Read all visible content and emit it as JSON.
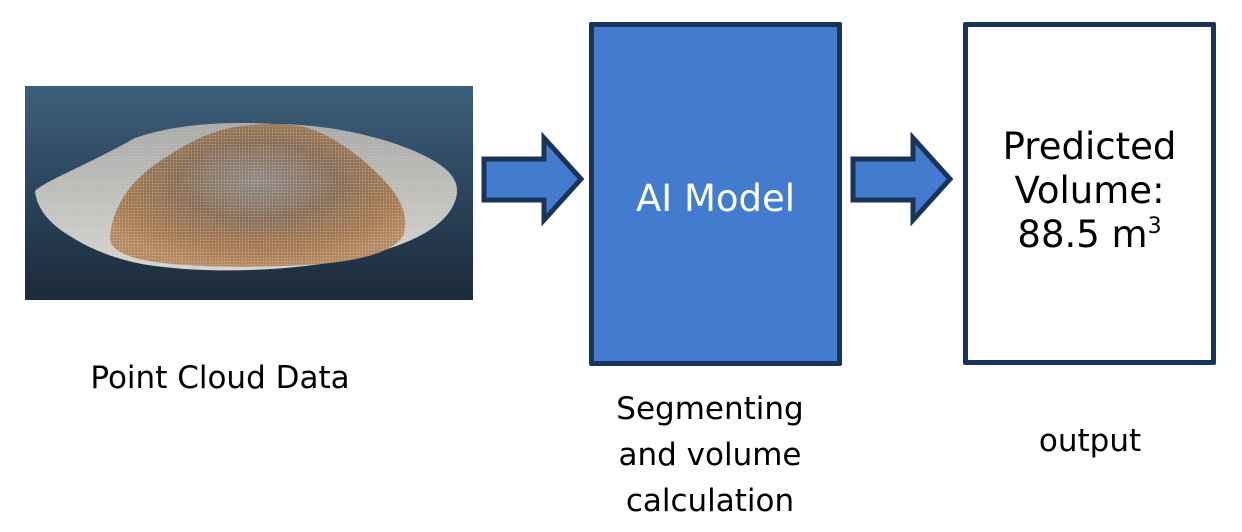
{
  "diagram": {
    "input": {
      "image_alt": "3D point cloud of a stockpile mound",
      "caption": "Point Cloud Data"
    },
    "model": {
      "label": "AI Model",
      "caption_lines": [
        "Segmenting",
        "and volume",
        "calculation"
      ]
    },
    "output": {
      "label_lines": [
        "Predicted",
        "Volume:"
      ],
      "value": "88.5 m",
      "unit_superscript": "3",
      "caption": "output"
    },
    "colors": {
      "box_fill": "#437ccf",
      "box_border": "#1a3358",
      "arrow_fill": "#437ccf",
      "arrow_border": "#1a3358"
    },
    "flow": [
      "Point Cloud Data",
      "AI Model",
      "Predicted Volume"
    ]
  }
}
